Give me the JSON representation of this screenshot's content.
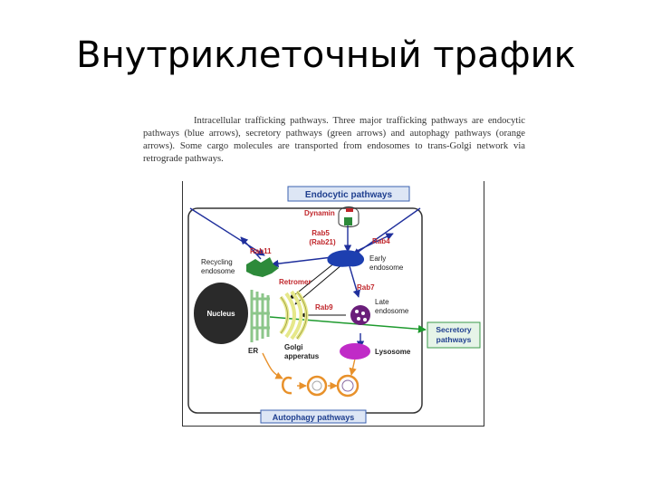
{
  "slide": {
    "title": "Внутриклеточный трафик"
  },
  "caption": "Intracellular trafficking pathways. Three major trafficking pathways are endocytic pathways (blue arrows), secretory pathways (green arrows) and autophagy pathways (orange arrows). Some cargo molecules are transported from endosomes to trans-Golgi network via retrograde pathways.",
  "diagram": {
    "boxes": {
      "endocytic": "Endocytic pathways",
      "secretory_line1": "Secretory",
      "secretory_line2": "pathways",
      "autophagy": "Autophagy pathways"
    },
    "labels": {
      "dynamin": "Dynamin",
      "rab5": "Rab5",
      "rab21": "(Rab21)",
      "rab4": "Rab4",
      "rab11": "Rab11",
      "recycling_line1": "Recycling",
      "recycling_line2": "endosome",
      "early_line1": "Early",
      "early_line2": "endosome",
      "retromer": "Retromer",
      "rab7": "Rab7",
      "rab9": "Rab9",
      "late_line1": "Late",
      "late_line2": "endosome",
      "nucleus": "Nucleus",
      "er": "ER",
      "golgi_line1": "Golgi",
      "golgi_line2": "apperatus",
      "lysosome": "Lysosome"
    },
    "colors": {
      "endocytic_arrow": "#1f2f9c",
      "secretory_arrow": "#1e9a2e",
      "autophagy_arrow": "#e8912b",
      "rab_label": "#c0262b",
      "box_border": "#3a60b0",
      "box_fill": "#dde6f5",
      "secretory_box_border": "#3a9a4a",
      "recycling_endosome": "#2d8a3a",
      "early_endosome": "#1d3fb0",
      "late_endosome": "#6a1e7a",
      "golgi": "#e6e88a",
      "er": "#8cc68a",
      "nucleus": "#2a2a2a",
      "lysosome": "#c02bc7"
    }
  }
}
